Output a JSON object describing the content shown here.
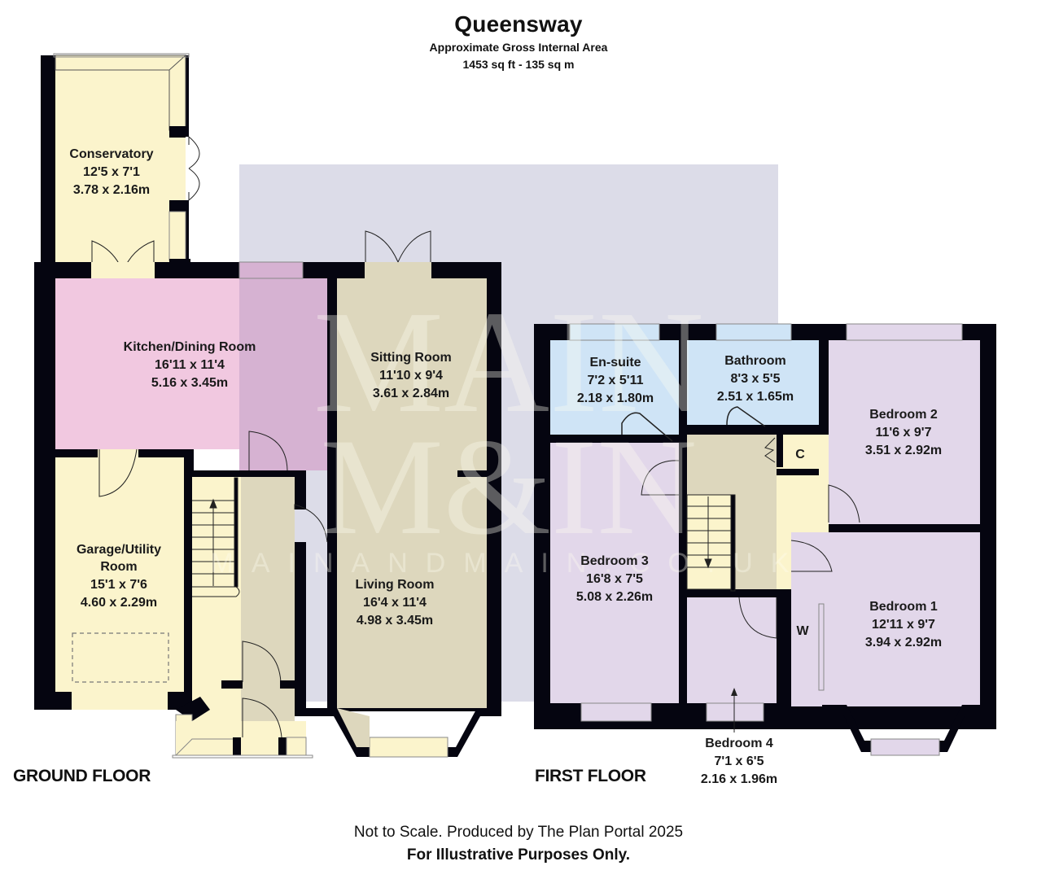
{
  "header": {
    "title": "Queensway",
    "subtitle": "Approximate Gross Internal Area",
    "area": "1453 sq ft - 135 sq m"
  },
  "watermark": {
    "line1": "MAIN",
    "line2": "M&IN",
    "url": "MAINANDMAIN.CO.UK",
    "color": "#dcdce8"
  },
  "colors": {
    "wall": "#050510",
    "conservatory": "#fbf4cc",
    "kitchen": "#f1c8e0",
    "garage": "#fbf4cc",
    "hall": "#fbf4cc",
    "sitting_living": "#ddd7bd",
    "ensuite_bathroom": "#cfe4f6",
    "bedroom": "#e2d7ea",
    "landing": "#fbf4cc"
  },
  "ground_floor": {
    "label": "GROUND FLOOR",
    "rooms": [
      {
        "name": "Conservatory",
        "imperial": "12'5 x 7'1",
        "metric": "3.78 x 2.16m"
      },
      {
        "name": "Kitchen/Dining Room",
        "imperial": "16'11 x 11'4",
        "metric": "5.16 x 3.45m"
      },
      {
        "name": "Sitting Room",
        "imperial": "11'10 x 9'4",
        "metric": "3.61 x 2.84m"
      },
      {
        "name": "Garage/Utility",
        "name2": "Room",
        "imperial": "15'1 x 7'6",
        "metric": "4.60 x 2.29m"
      },
      {
        "name": "Living Room",
        "imperial": "16'4 x 11'4",
        "metric": "4.98 x 3.45m"
      }
    ]
  },
  "first_floor": {
    "label": "FIRST FLOOR",
    "rooms": [
      {
        "name": "En-suite",
        "imperial": "7'2 x 5'11",
        "metric": "2.18 x 1.80m"
      },
      {
        "name": "Bathroom",
        "imperial": "8'3 x 5'5",
        "metric": "2.51 x 1.65m"
      },
      {
        "name": "Bedroom 2",
        "imperial": "11'6 x 9'7",
        "metric": "3.51 x 2.92m"
      },
      {
        "name": "Bedroom 3",
        "imperial": "16'8 x 7'5",
        "metric": "5.08 x 2.26m"
      },
      {
        "name": "Bedroom 1",
        "imperial": "12'11 x 9'7",
        "metric": "3.94 x 2.92m"
      },
      {
        "name": "Bedroom 4",
        "imperial": "7'1 x 6'5",
        "metric": "2.16 x 1.96m"
      }
    ],
    "cupboard_label": "C",
    "wardrobe_label": "W"
  },
  "footer": {
    "line1": "Not to Scale. Produced by The Plan Portal 2025",
    "line2": "For Illustrative Purposes Only."
  }
}
